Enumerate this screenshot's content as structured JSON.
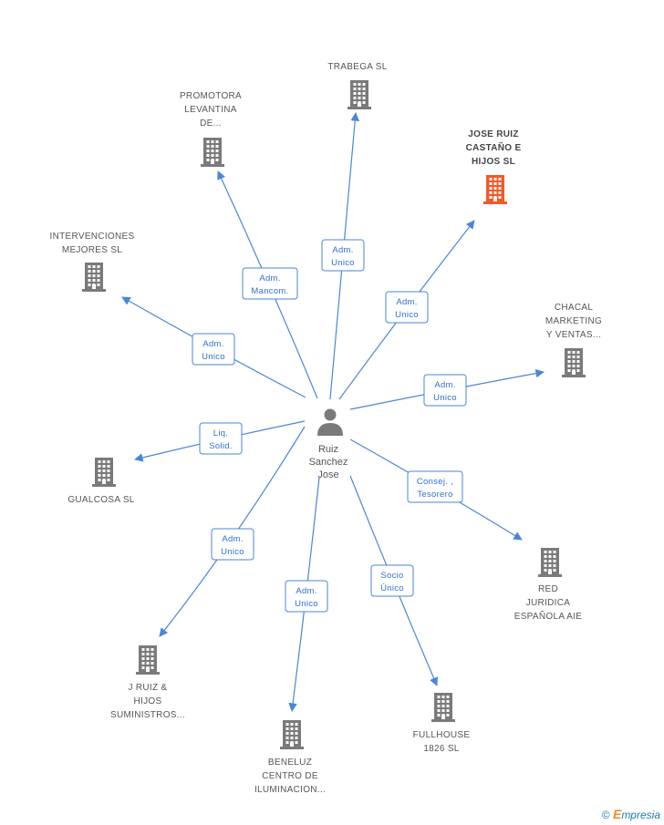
{
  "person": {
    "lines": [
      "Ruiz",
      "Sanchez",
      "Jose"
    ]
  },
  "colors": {
    "building": "#7a7a7a",
    "focus_building": "#f05a28",
    "edge": "#4a86d8",
    "label": "#555555"
  },
  "nodes": [
    {
      "id": "trabega",
      "lines": [
        "TRABEGA SL"
      ],
      "focus": false
    },
    {
      "id": "promotora",
      "lines": [
        "PROMOTORA",
        "LEVANTINA",
        "DE..."
      ],
      "focus": false
    },
    {
      "id": "jose-ruiz",
      "lines": [
        "JOSE RUIZ",
        "CASTAÑO E",
        "HIJOS SL"
      ],
      "focus": true
    },
    {
      "id": "intervenciones",
      "lines": [
        "INTERVENCIONES",
        "MEJORES  SL"
      ],
      "focus": false
    },
    {
      "id": "chacal",
      "lines": [
        "CHACAL",
        "MARKETING",
        "Y VENTAS..."
      ],
      "focus": false
    },
    {
      "id": "gualcosa",
      "lines": [
        "GUALCOSA SL"
      ],
      "focus": false
    },
    {
      "id": "red-juridica",
      "lines": [
        "RED",
        "JURIDICA",
        "ESPAÑOLA AIE"
      ],
      "focus": false
    },
    {
      "id": "jruiz",
      "lines": [
        "J RUIZ &",
        "HIJOS",
        "SUMINISTROS..."
      ],
      "focus": false
    },
    {
      "id": "fullhouse",
      "lines": [
        "FULLHOUSE",
        "1826 SL"
      ],
      "focus": false
    },
    {
      "id": "beneluz",
      "lines": [
        "BENELUZ",
        "CENTRO DE",
        "ILUMINACION..."
      ],
      "focus": false
    }
  ],
  "edges": [
    {
      "to": "trabega",
      "label": [
        "Adm.",
        "Unico"
      ]
    },
    {
      "to": "promotora",
      "label": [
        "Adm.",
        "Mancom."
      ]
    },
    {
      "to": "jose-ruiz",
      "label": [
        "Adm.",
        "Unico"
      ]
    },
    {
      "to": "intervenciones",
      "label": [
        "Adm.",
        "Unico"
      ]
    },
    {
      "to": "chacal",
      "label": [
        "Adm.",
        "Unico"
      ]
    },
    {
      "to": "gualcosa",
      "label": [
        "Liq.",
        "Solid."
      ]
    },
    {
      "to": "red-juridica",
      "label": [
        "Consej. ,",
        "Tesorero"
      ]
    },
    {
      "to": "jruiz",
      "label": [
        "Adm.",
        "Unico"
      ]
    },
    {
      "to": "fullhouse",
      "label": [
        "Socio",
        "Único"
      ]
    },
    {
      "to": "beneluz",
      "label": [
        "Adm.",
        "Unico"
      ]
    }
  ],
  "footer": {
    "copyright": "©",
    "brand_e": "E",
    "brand_rest": "mpresia"
  }
}
